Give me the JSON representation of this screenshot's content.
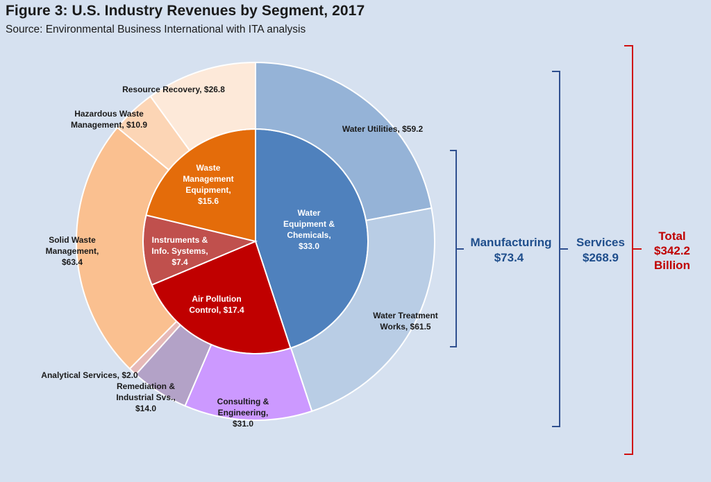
{
  "figure": {
    "title": "Figure 3: U.S. Industry Revenues by Segment, 2017",
    "subtitle": "Source: Environmental Business International with ITA analysis"
  },
  "chart_data": {
    "type": "pie",
    "title": "Figure 3: U.S. Industry Revenues by Segment, 2017",
    "subtitle": "Source: Environmental Business International with ITA analysis",
    "inner_ring": [
      {
        "label": "Water Equipment & Chemicals, $33.0",
        "value": 33.0,
        "color": "#4f81bd"
      },
      {
        "label": "Air Pollution Control, $17.4",
        "value": 17.4,
        "color": "#c00000"
      },
      {
        "label": "Instruments & Info. Systems, $7.4",
        "value": 7.4,
        "color": "#c0504d"
      },
      {
        "label": "Waste Management Equipment, $15.6",
        "value": 15.6,
        "color": "#e46c0a"
      }
    ],
    "outer_ring": [
      {
        "label": "Water Utilities, $59.2",
        "value": 59.2,
        "color": "#95b3d7"
      },
      {
        "label": "Water Treatment Works, $61.5",
        "value": 61.5,
        "color": "#b9cde5"
      },
      {
        "label": "Consulting & Engineering, $31.0",
        "value": 31.0,
        "color": "#cc99ff"
      },
      {
        "label": "Remediation & Industrial Svs., $14.0",
        "value": 14.0,
        "color": "#b3a2c7"
      },
      {
        "label": "Analytical Services, $2.0",
        "value": 2.0,
        "color": "#e6b9b8"
      },
      {
        "label": "Solid Waste Management, $63.4",
        "value": 63.4,
        "color": "#fac090"
      },
      {
        "label": "Hazardous Waste Management, $10.9",
        "value": 10.9,
        "color": "#fcd5b5"
      },
      {
        "label": "Resource Recovery, $26.8",
        "value": 26.8,
        "color": "#fde9d9"
      }
    ],
    "groups": [
      {
        "label": "Manufacturing",
        "value": "$73.4",
        "color": "#1f4e8c"
      },
      {
        "label": "Services",
        "value": "$268.9",
        "color": "#1f4e8c"
      },
      {
        "label": "Total",
        "value": "$342.2",
        "unit": "Billion",
        "color": "#c00000"
      }
    ]
  }
}
